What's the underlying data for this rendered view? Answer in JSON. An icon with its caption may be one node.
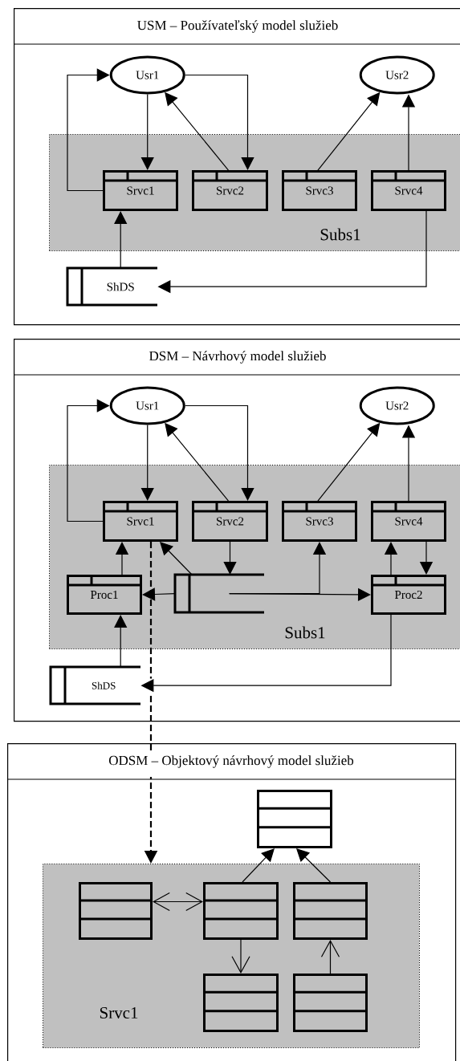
{
  "diagram": {
    "nodes": [
      {
        "text": [
          "USM – Používateľský model služieb"
        ]
      },
      {
        "text": [
          "Usr1"
        ],
        "in": 0
      },
      {
        "text": [
          "Usr2"
        ],
        "in": 0
      },
      {
        "text": [
          "Subs1"
        ],
        "in": 0
      },
      {
        "text": [
          "Srvc1"
        ],
        "in": 3
      },
      {
        "text": [
          "Srvc2"
        ],
        "in": 3
      },
      {
        "text": [
          "Srvc3"
        ],
        "in": 3
      },
      {
        "text": [
          "Srvc4"
        ],
        "in": 3
      },
      {
        "text": [
          "ShDS"
        ],
        "in": 0
      },
      {
        "text": [
          "DSM – Návrhový model služieb"
        ]
      },
      {
        "text": [
          "Usr1"
        ],
        "in": 9
      },
      {
        "text": [
          "Usr2"
        ],
        "in": 9
      },
      {
        "text": [
          "Subs1"
        ],
        "in": 9
      },
      {
        "text": [
          "Srvc1"
        ],
        "in": 12
      },
      {
        "text": [
          "Srvc2"
        ],
        "in": 12
      },
      {
        "text": [
          "Srvc3"
        ],
        "in": 12
      },
      {
        "text": [
          "Srvc4"
        ],
        "in": 12
      },
      {
        "text": [
          "Proc1"
        ],
        "in": 12
      },
      {
        "text": [],
        "shape": "datastore",
        "in": 12
      },
      {
        "text": [
          "Proc2"
        ],
        "in": 12
      },
      {
        "text": [
          "ShDS"
        ],
        "in": 9
      },
      {
        "text": [
          "ODSM – Objektový návrhový model služieb"
        ]
      },
      {
        "text": [],
        "shape": "box",
        "in": 21
      },
      {
        "text": [
          "Srvc1"
        ],
        "in": 21
      },
      {
        "text": [],
        "shape": "box",
        "in": 23
      },
      {
        "text": [],
        "shape": "box",
        "in": 23
      },
      {
        "text": [],
        "shape": "box",
        "in": 23
      },
      {
        "text": [],
        "shape": "box",
        "in": 23
      },
      {
        "text": [],
        "shape": "box",
        "in": 23
      }
    ],
    "edges": [
      {
        "from": 4,
        "to": 1,
        "arrow": "to"
      },
      {
        "from": 1,
        "to": 4,
        "arrow": "to"
      },
      {
        "from": 5,
        "to": 1,
        "arrow": "to"
      },
      {
        "from": 1,
        "to": 5,
        "arrow": "to"
      },
      {
        "from": 6,
        "to": 2,
        "arrow": "to"
      },
      {
        "from": 7,
        "to": 2,
        "arrow": "to"
      },
      {
        "from": 8,
        "to": 4,
        "arrow": "to"
      },
      {
        "from": 7,
        "to": 8,
        "arrow": "to"
      },
      {
        "from": 13,
        "to": 10,
        "arrow": "to"
      },
      {
        "from": 10,
        "to": 13,
        "arrow": "to"
      },
      {
        "from": 14,
        "to": 10,
        "arrow": "to"
      },
      {
        "from": 10,
        "to": 14,
        "arrow": "to"
      },
      {
        "from": 15,
        "to": 11,
        "arrow": "to"
      },
      {
        "from": 16,
        "to": 11,
        "arrow": "to"
      },
      {
        "from": 17,
        "to": 13,
        "arrow": "to"
      },
      {
        "from": 18,
        "to": 13,
        "arrow": "to"
      },
      {
        "from": 14,
        "to": 18,
        "arrow": "to"
      },
      {
        "from": 18,
        "to": 17,
        "arrow": "to"
      },
      {
        "from": 18,
        "to": 19,
        "arrow": "to"
      },
      {
        "from": 18,
        "to": 15,
        "arrow": "to"
      },
      {
        "from": 19,
        "to": 16,
        "arrow": "to"
      },
      {
        "from": 16,
        "to": 19,
        "arrow": "to"
      },
      {
        "from": 19,
        "to": 20,
        "arrow": "to"
      },
      {
        "from": 20,
        "to": 17,
        "arrow": "to"
      },
      {
        "from": 13,
        "to": 23,
        "arrow": "to",
        "style": "dashed"
      },
      {
        "from": 24,
        "to": 25,
        "arrow": "both"
      },
      {
        "from": 25,
        "to": 22,
        "arrow": "to"
      },
      {
        "from": 26,
        "to": 22,
        "arrow": "to"
      },
      {
        "from": 25,
        "to": 27,
        "arrow": "to"
      },
      {
        "from": 28,
        "to": 26,
        "arrow": "to"
      }
    ]
  }
}
